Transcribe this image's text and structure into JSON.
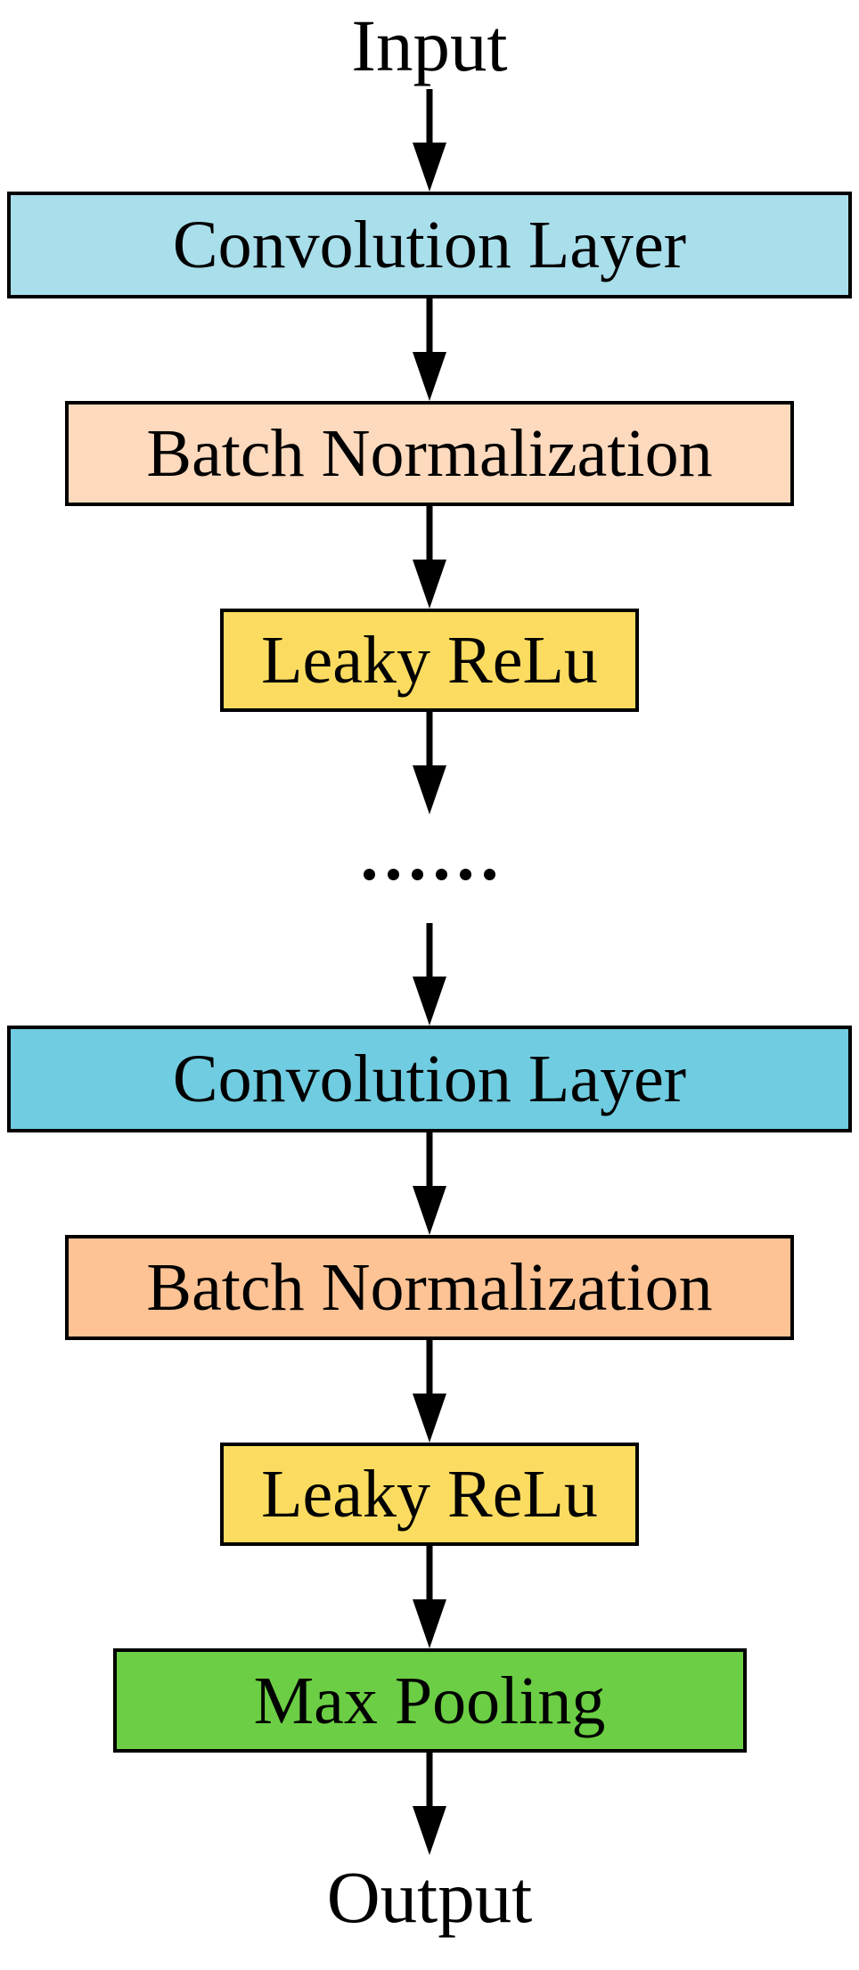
{
  "diagram": {
    "type": "flowchart",
    "description": "CNN layer-stack flow diagram, vertical top-to-bottom",
    "input_label": "Input",
    "output_label": "Output",
    "ellipsis_dots": "......",
    "nodes": [
      {
        "id": "conv-layer-1",
        "label": "Convolution Layer",
        "fill": "#A9DEEB"
      },
      {
        "id": "batch-norm-1",
        "label": "Batch Normalization",
        "fill": "#FDD9BD"
      },
      {
        "id": "leaky-relu-1",
        "label": "Leaky ReLu",
        "fill": "#FBDC60"
      },
      {
        "id": "conv-layer-2",
        "label": "Convolution Layer",
        "fill": "#70CCE0"
      },
      {
        "id": "batch-norm-2",
        "label": "Batch Normalization",
        "fill": "#FDC395"
      },
      {
        "id": "leaky-relu-2",
        "label": "Leaky ReLu",
        "fill": "#FBDC60"
      },
      {
        "id": "max-pooling",
        "label": "Max Pooling",
        "fill": "#6CCE44"
      }
    ],
    "colors": {
      "background": "#FFFFFF",
      "border": "#000000",
      "text": "#000000",
      "arrow": "#000000"
    },
    "arrow_count": 9
  }
}
